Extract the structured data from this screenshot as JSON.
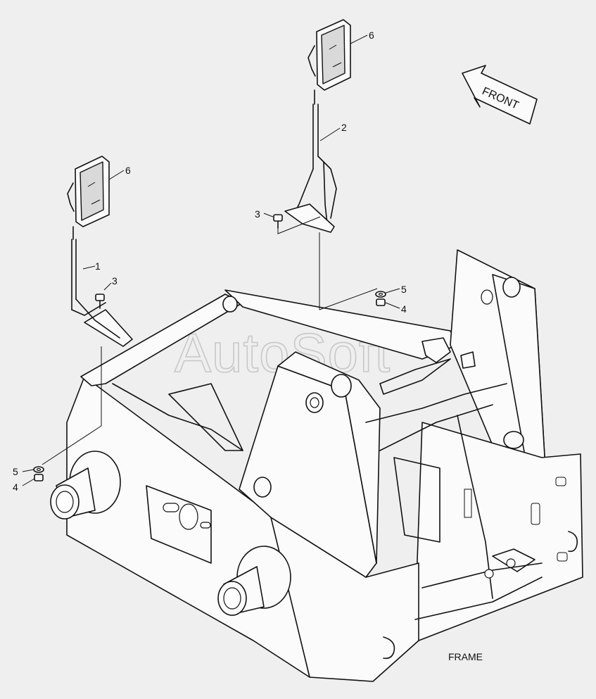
{
  "diagram": {
    "caption": "FRAME",
    "direction_label": "FRONT",
    "watermark": "AutoSoft",
    "callouts": {
      "c1": "1",
      "c2": "2",
      "c3a": "3",
      "c3b": "3",
      "c4a": "4",
      "c4b": "4",
      "c5a": "5",
      "c5b": "5",
      "c6a": "6",
      "c6b": "6"
    }
  }
}
